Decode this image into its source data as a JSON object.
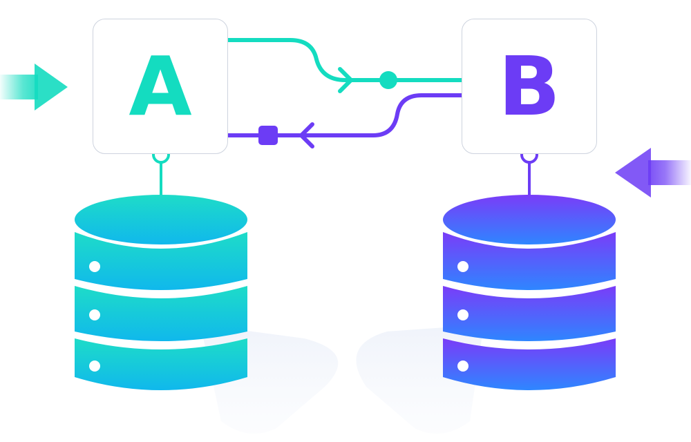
{
  "nodes": {
    "a": {
      "letter": "A",
      "color": "#14dcc0"
    },
    "b": {
      "letter": "B",
      "color": "#6c3cf5"
    }
  },
  "colors": {
    "teal": "#14dcc0",
    "purple": "#6c3cf5",
    "db_a_top": "#1edcc8",
    "db_a_bottom": "#10b8ec",
    "db_b_top": "#7a3cf8",
    "db_b_bottom": "#2e86ff",
    "box_border": "#cdd3de",
    "shadow": "#eef2fa"
  },
  "icons": [
    "inbound-arrow-icon",
    "database-icon",
    "database-icon",
    "inbound-arrow-icon"
  ],
  "connections": [
    {
      "from": "A",
      "to": "B",
      "color": "teal",
      "markers": [
        "chevron-arrow",
        "circle-dot"
      ]
    },
    {
      "from": "B",
      "to": "A",
      "color": "purple",
      "markers": [
        "square-dot",
        "chevron-arrow"
      ]
    }
  ]
}
